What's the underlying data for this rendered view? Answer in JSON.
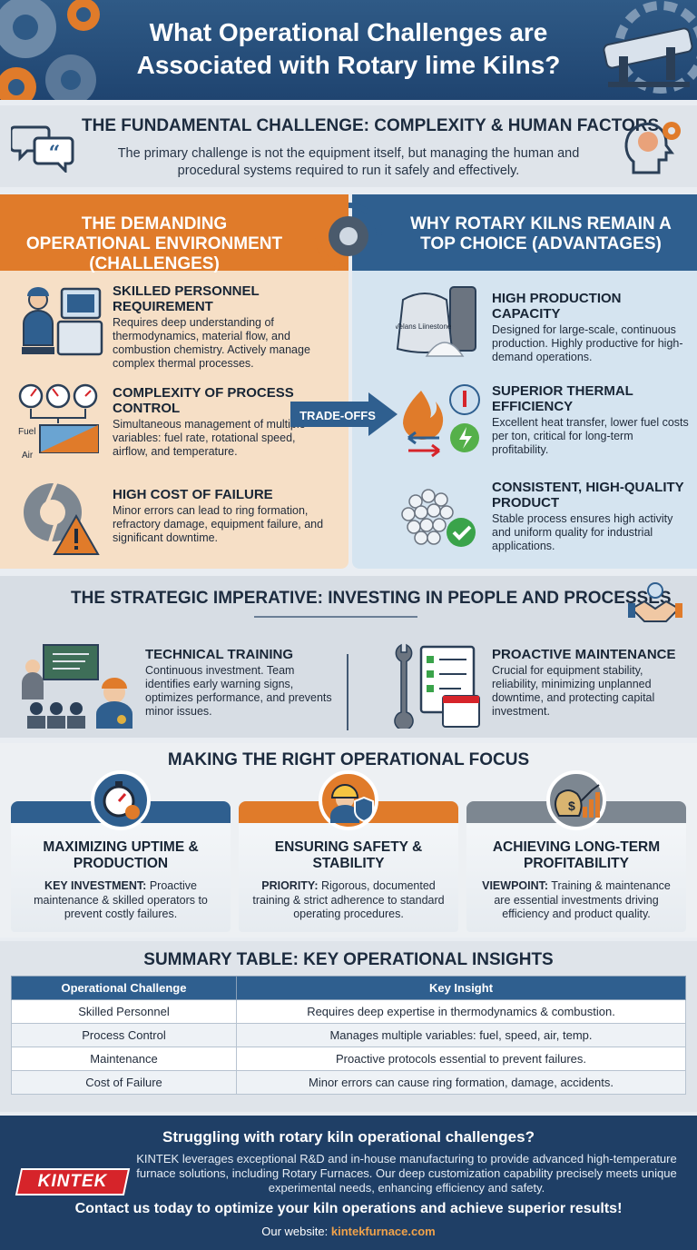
{
  "title": "What Operational Challenges are Associated with Rotary lime Kilns?",
  "fundamental": {
    "heading": "THE FUNDAMENTAL CHALLENGE: COMPLEXITY & HUMAN FACTORS",
    "text": "The primary challenge is not the equipment itself, but managing the human and procedural systems required to run it safely and effectively."
  },
  "challenges": {
    "heading": "THE DEMANDING OPERATIONAL ENVIRONMENT (CHALLENGES)",
    "items": [
      {
        "title": "SKILLED PERSONNEL REQUIREMENT",
        "text": "Requires deep understanding of thermodynamics, material flow, and combustion chemistry. Actively manage complex thermal processes."
      },
      {
        "title": "COMPLEXITY OF PROCESS CONTROL",
        "text": "Simultaneous management of multiple variables: fuel rate, rotational speed, airflow, and temperature."
      },
      {
        "title": "HIGH COST OF FAILURE",
        "text": "Minor errors can lead to ring formation, refractory damage, equipment failure, and significant downtime."
      }
    ],
    "gauge_labels": {
      "fuel": "Fuel",
      "air": "Air"
    }
  },
  "tradeoffs_label": "TRADE-OFFS",
  "advantages": {
    "heading": "WHY ROTARY KILNS REMAIN A TOP CHOICE (ADVANTAGES)",
    "items": [
      {
        "title": "HIGH PRODUCTION CAPACITY",
        "text": "Designed for large-scale, continuous production. Highly productive for high-demand operations."
      },
      {
        "title": "SUPERIOR THERMAL EFFICIENCY",
        "text": "Excellent heat transfer, lower fuel costs per ton, critical for long-term profitability."
      },
      {
        "title": "CONSISTENT, HIGH-QUALITY PRODUCT",
        "text": "Stable process ensures high activity and uniform quality for industrial applications."
      }
    ],
    "sack_label": "Velans Liinestone"
  },
  "strategic": {
    "heading": "THE STRATEGIC IMPERATIVE: INVESTING IN PEOPLE AND PROCESSES",
    "items": [
      {
        "title": "TECHNICAL TRAINING",
        "text": "Continuous investment. Team identifies early warning signs, optimizes performance, and prevents minor issues."
      },
      {
        "title": "PROACTIVE MAINTENANCE",
        "text": "Crucial for equipment stability, reliability, minimizing unplanned downtime, and protecting capital investment."
      }
    ]
  },
  "focus": {
    "heading": "MAKING THE RIGHT OPERATIONAL FOCUS",
    "cards": [
      {
        "title": "MAXIMIZING UPTIME & PRODUCTION",
        "label": "KEY INVESTMENT:",
        "text": " Proactive maintenance & skilled operators to prevent costly failures.",
        "color": "#2f5f8f"
      },
      {
        "title": "ENSURING SAFETY & STABILITY",
        "label": "PRIORITY:",
        "text": " Rigorous, documented training & strict adherence to standard operating procedures.",
        "color": "#e07b2a"
      },
      {
        "title": "ACHIEVING LONG-TERM PROFITABILITY",
        "label": "VIEWPOINT:",
        "text": " Training & maintenance are essential investments driving efficiency and product quality.",
        "color": "#7d8791"
      }
    ]
  },
  "summary": {
    "heading": "SUMMARY TABLE: KEY OPERATIONAL INSIGHTS",
    "columns": [
      "Operational Challenge",
      "Key Insight"
    ],
    "rows": [
      [
        "Skilled Personnel",
        "Requires deep expertise in thermodynamics & combustion."
      ],
      [
        "Process Control",
        "Manages multiple variables: fuel, speed, air, temp."
      ],
      [
        "Maintenance",
        "Proactive protocols essential to prevent failures."
      ],
      [
        "Cost of Failure",
        "Minor errors can cause ring formation, damage, accidents."
      ]
    ]
  },
  "footer": {
    "question": "Struggling with rotary kiln operational challenges?",
    "body": "KINTEK leverages exceptional R&D and in-house manufacturing to provide advanced high-temperature furnace solutions, including Rotary Furnaces. Our deep customization capability precisely meets unique experimental needs, enhancing efficiency and safety.",
    "cta": "Contact us today to optimize your kiln operations and achieve superior results!",
    "website_label": "Our website: ",
    "website": "kintekfurnace.com",
    "logo": "KINTEK"
  },
  "colors": {
    "navy": "#1f4470",
    "orange": "#e07b2a",
    "blue": "#2f5f8f",
    "gray": "#7d8791"
  }
}
